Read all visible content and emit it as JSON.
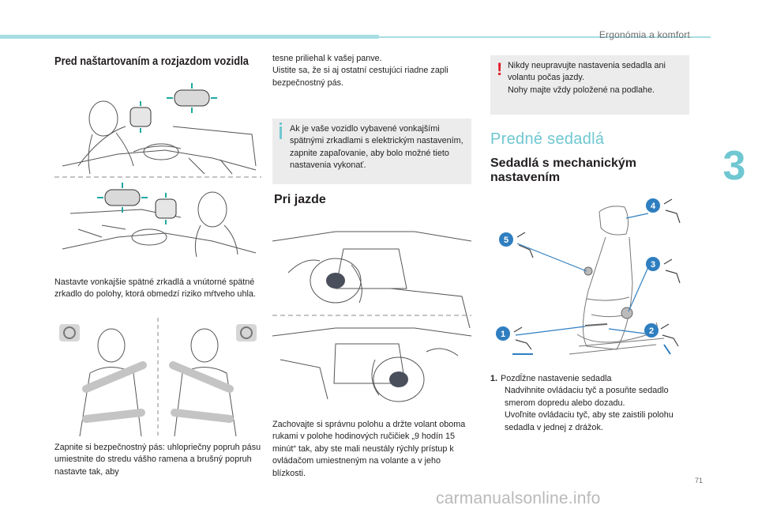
{
  "header": {
    "section_title": "Ergonómia a komfort",
    "chapter": "3",
    "page_number": "71"
  },
  "column1": {
    "title": "Pred naštartovaním a rozjazdom vozidla",
    "mirror_text": "Nastavte vonkajšie spätné zrkadlá a vnútorné spätné zrkadlo do polohy, ktorá obmedzí riziko mŕtveho uhla.",
    "belt_text": "Zapnite si bezpečnostný pás: uhlopriečny popruh pásu umiestnite do stredu vášho ramena a brušný popruh nastavte tak, aby"
  },
  "column2": {
    "continuation": "tesne priliehal k vašej panve.\nUistite sa, že si aj ostatní cestujúci riadne zapli bezpečnostný pás.",
    "info_note": "Ak je vaše vozidlo vybavené vonkajšími spätnými zrkadlami s elektrickým nastavením, zapnite zapaľovanie, aby bolo možné tieto nastavenia vykonať.",
    "section_title": "Pri jazde",
    "driving_text": "Zachovajte si správnu polohu a držte volant oboma rukami v polohe hodinových ručičiek „9 hodín 15 minút“ tak, aby ste mali neustály rýchly prístup k ovládačom umiestneným na volante a v jeho blízkosti."
  },
  "column3": {
    "warning": "Nikdy neupravujte nastavenia sedadla ani volantu počas jazdy.\nNohy majte vždy položené na podlahe.",
    "section_title": "Predné sedadlá",
    "subsection_title": "Sedadlá s mechanickým nastavením",
    "seat_callouts": [
      "1",
      "2",
      "3",
      "4",
      "5"
    ],
    "list": {
      "item_number": "1.",
      "item_title": "Pozdĺžne nastavenie sedadla",
      "bullet_symbol": "",
      "bullets": [
        "Nadvihnite ovládaciu tyč a posuňte sedadlo smerom dopredu alebo dozadu.",
        "Uvoľnite ovládaciu tyč, aby ste zaistili polohu sedadla v jednej z drážok."
      ]
    }
  },
  "watermark": "carmanualsonline.info",
  "colors": {
    "accent": "#6fc7d1",
    "warning": "#e11d2a",
    "box_bg": "#ececec"
  }
}
